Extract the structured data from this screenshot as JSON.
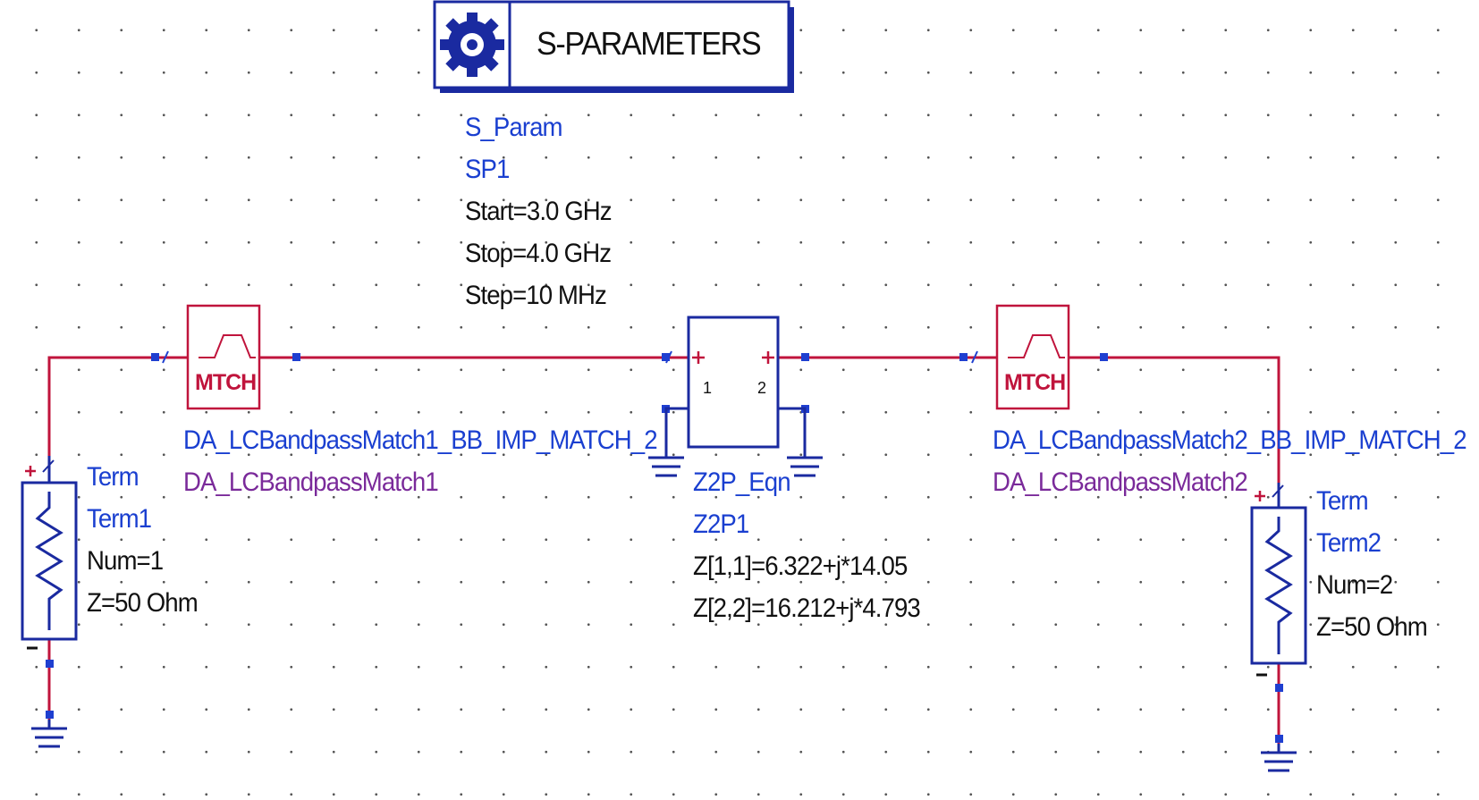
{
  "sparam_controller": {
    "title": "S-PARAMETERS",
    "type": "S_Param",
    "instance": "SP1",
    "start": "Start=3.0 GHz",
    "stop": "Stop=4.0 GHz",
    "step": "Step=10 MHz"
  },
  "match1": {
    "symbol": "MTCH",
    "instance": "DA_LCBandpassMatch1_BB_IMP_MATCH_2",
    "design": "DA_LCBandpassMatch1"
  },
  "match2": {
    "symbol": "MTCH",
    "instance": "DA_LCBandpassMatch2_BB_IMP_MATCH_2",
    "design": "DA_LCBandpassMatch2"
  },
  "z2p": {
    "port1": "1",
    "port2": "2",
    "type": "Z2P_Eqn",
    "instance": "Z2P1",
    "z11": "Z[1,1]=6.322+j*14.05",
    "z22": "Z[2,2]=16.212+j*4.793"
  },
  "term1": {
    "type": "Term",
    "instance": "Term1",
    "num": "Num=1",
    "z": "Z=50 Ohm"
  },
  "term2": {
    "type": "Term",
    "instance": "Term2",
    "num": "Num=2",
    "z": "Z=50 Ohm"
  },
  "colors": {
    "wire": "#c0143c",
    "pin": "#1f3fd0",
    "component": "#1a2aa0",
    "label": "#1a3fd0",
    "match_symbol": "#c0143c"
  },
  "icons": {
    "controller": "gear-icon",
    "match": "bandpass-filter-icon",
    "term": "resistor-icon",
    "ground": "ground-icon"
  }
}
